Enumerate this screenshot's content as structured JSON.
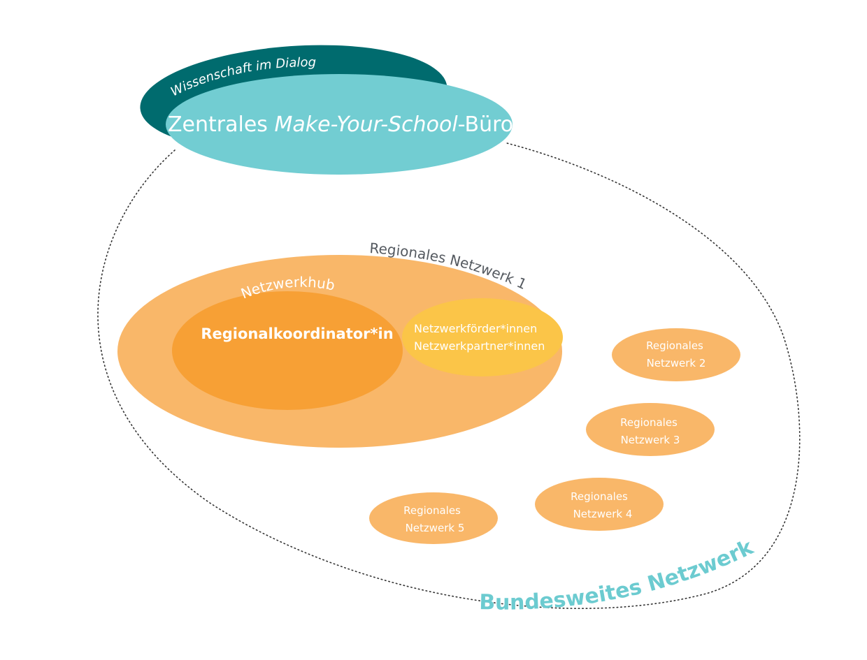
{
  "colors": {
    "dark_teal": "#006b6e",
    "light_teal": "#72cdd2",
    "region_orange": "#f9b769",
    "hub_orange": "#f7a035",
    "partner_yellow": "#fbc548",
    "label_gray": "#555a60",
    "national_teal": "#6ccbd0"
  },
  "organization": "Wissenschaft im Dialog",
  "central_office": {
    "prefix": "Zentrales ",
    "italic": "Make-Your-School",
    "suffix": "-Büro"
  },
  "national_network": "Bundesweites Netzwerk",
  "region1": {
    "label": "Regionales Netzwerk 1",
    "hub_label": "Netzwerkhub",
    "coordinator": "Regionalkoordinator*in",
    "partners_line1": "Netzwerkförder*innen",
    "partners_line2": "Netzwerkpartner*innen"
  },
  "regions": [
    {
      "line1": "Regionales",
      "line2": "Netzwerk 2"
    },
    {
      "line1": "Regionales",
      "line2": "Netzwerk 3"
    },
    {
      "line1": "Regionales",
      "line2": "Netzwerk 4"
    },
    {
      "line1": "Regionales",
      "line2": "Netzwerk 5"
    }
  ]
}
